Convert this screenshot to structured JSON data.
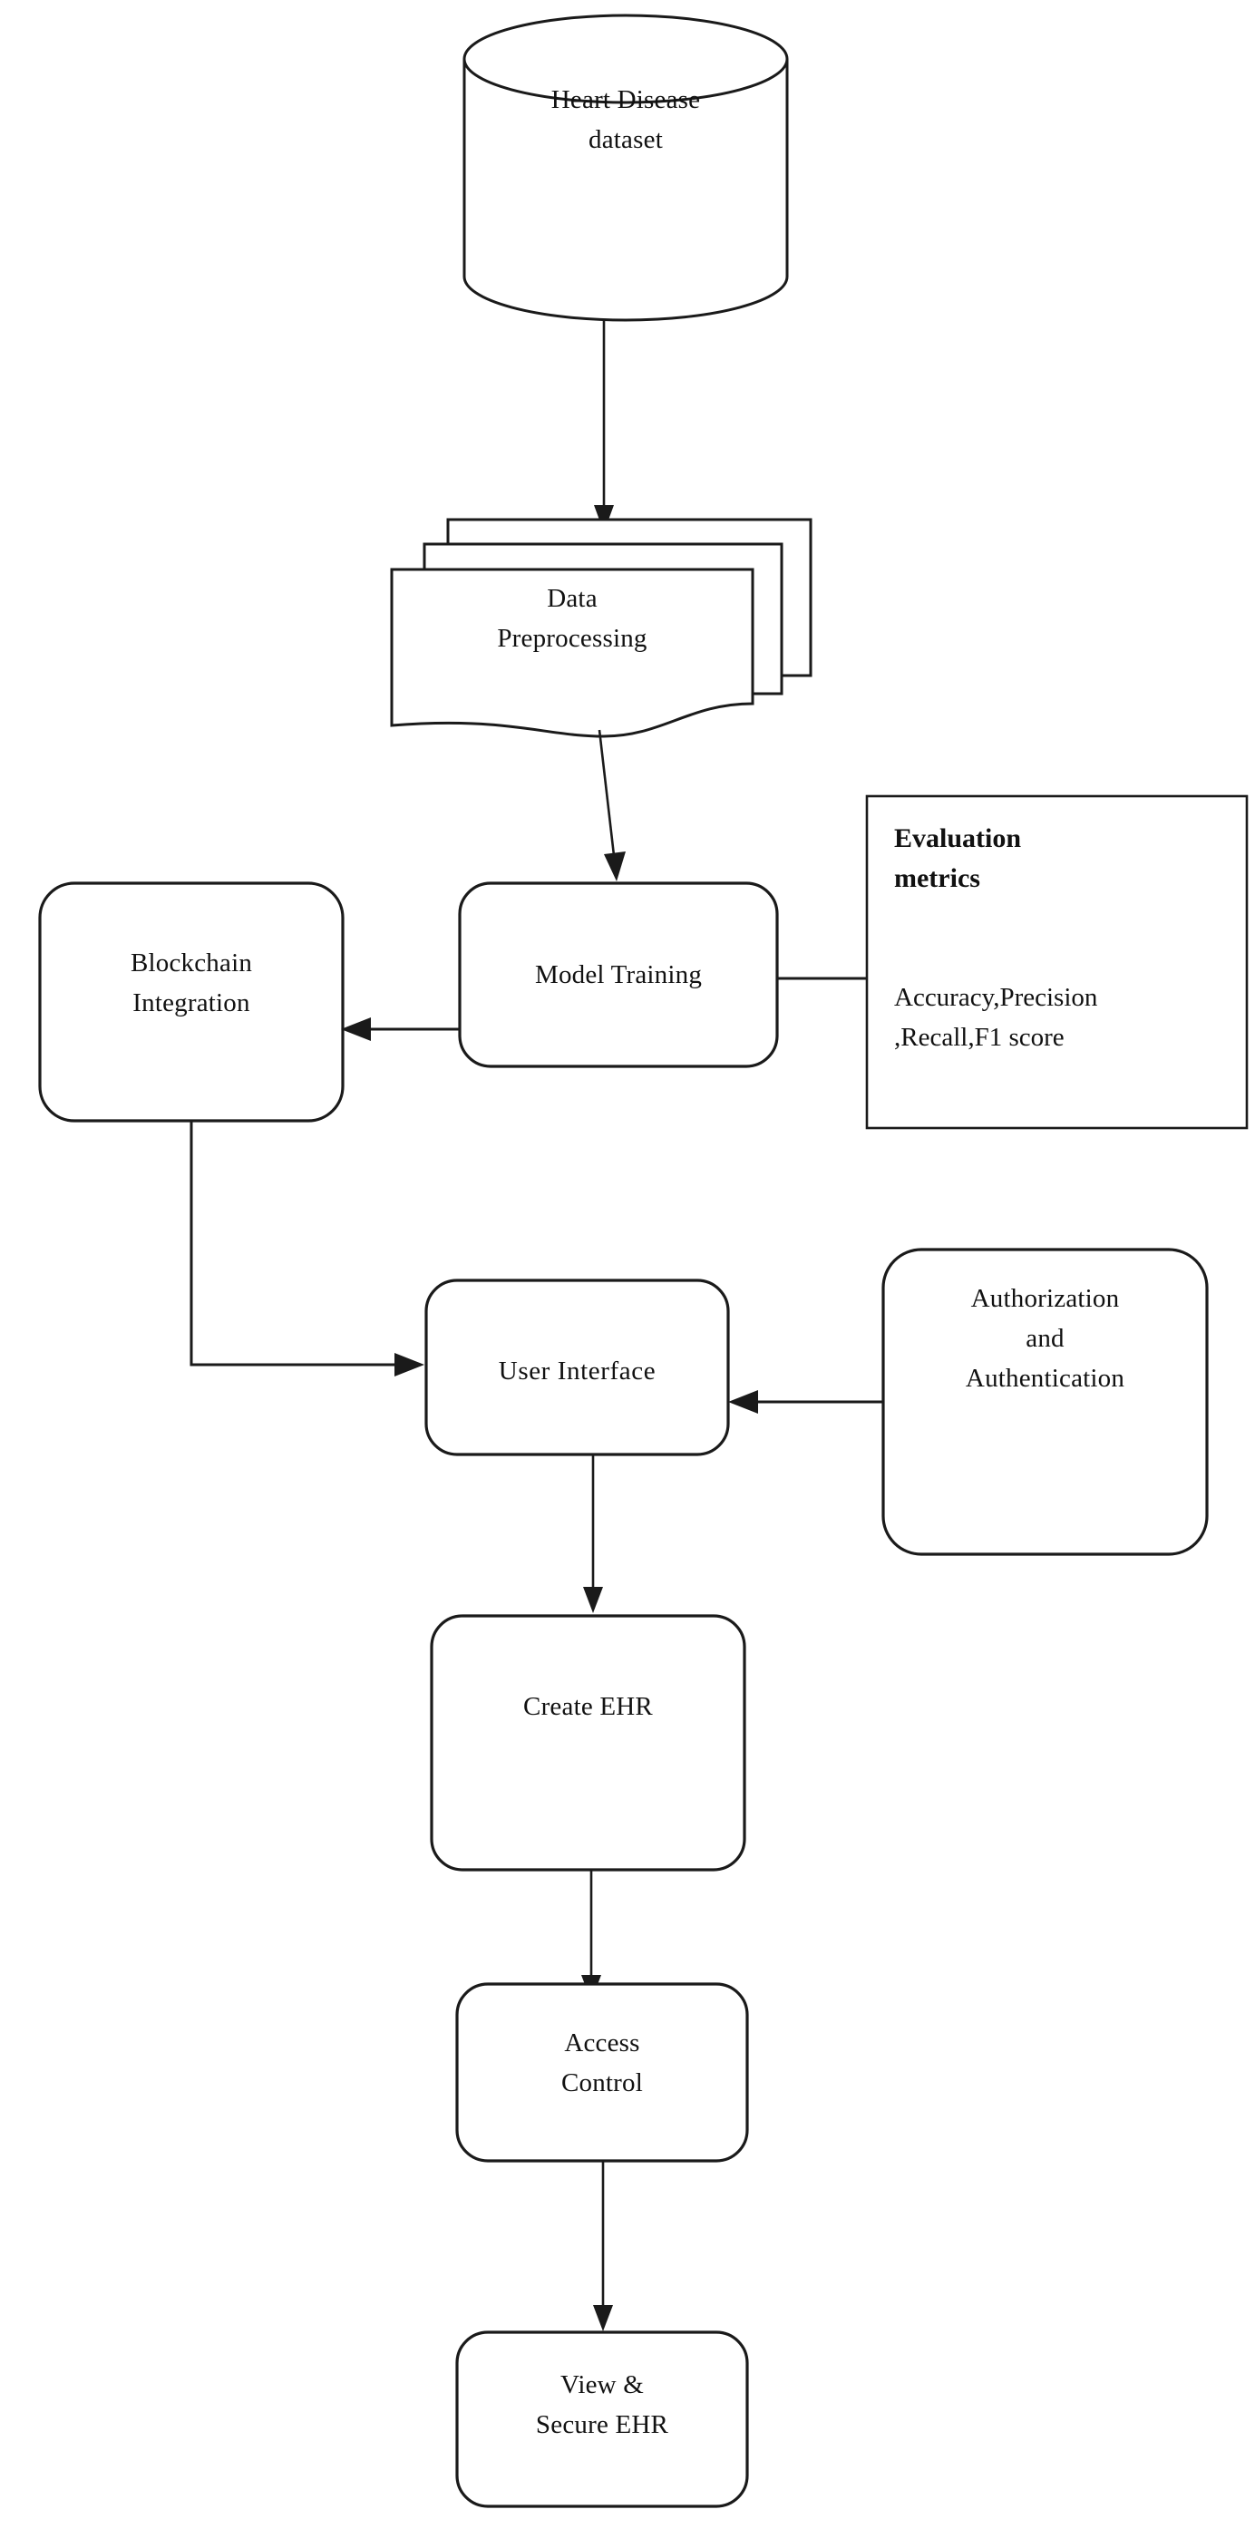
{
  "diagram": {
    "title": "Heart Disease Prediction with Blockchain EHR Flowchart",
    "background_color": "#ffffff",
    "stroke_color": "#1a1a1a",
    "nodes": [
      {
        "id": "heart-disease-dataset",
        "label": "Heart Disease\ndataset",
        "shape": "cylinder"
      },
      {
        "id": "data-preprocessing",
        "label": "Data\nPreprocessing",
        "shape": "multi-document"
      },
      {
        "id": "model-training",
        "label": "Model Training",
        "shape": "rounded-rectangle"
      },
      {
        "id": "blockchain-integration",
        "label": "Blockchain\nIntegration",
        "shape": "rounded-rectangle"
      },
      {
        "id": "evaluation-metrics",
        "label_title": "Evaluation\nmetrics",
        "label_body": "Accuracy,Precision\n,Recall,F1 score",
        "shape": "rectangle"
      },
      {
        "id": "user-interface",
        "label": "User  Interface",
        "shape": "rounded-rectangle"
      },
      {
        "id": "authorization-and-authentication",
        "label": "Authorization\nand\nAuthentication",
        "shape": "rounded-rectangle"
      },
      {
        "id": "create-ehr",
        "label": "Create EHR",
        "shape": "rounded-rectangle"
      },
      {
        "id": "access-control",
        "label": "Access\nControl",
        "shape": "rounded-rectangle"
      },
      {
        "id": "view-secure-ehr",
        "label": "View &\nSecure EHR",
        "shape": "rounded-rectangle"
      }
    ],
    "edges": [
      {
        "from": "heart-disease-dataset",
        "to": "data-preprocessing",
        "direction": "down"
      },
      {
        "from": "data-preprocessing",
        "to": "model-training",
        "direction": "down"
      },
      {
        "from": "model-training",
        "to": "blockchain-integration",
        "direction": "left"
      },
      {
        "from": "evaluation-metrics",
        "to": "model-training",
        "direction": "left"
      },
      {
        "from": "blockchain-integration",
        "to": "user-interface",
        "direction": "down-right"
      },
      {
        "from": "authorization-and-authentication",
        "to": "user-interface",
        "direction": "left"
      },
      {
        "from": "user-interface",
        "to": "create-ehr",
        "direction": "down"
      },
      {
        "from": "create-ehr",
        "to": "access-control",
        "direction": "down"
      },
      {
        "from": "access-control",
        "to": "view-secure-ehr",
        "direction": "down"
      }
    ]
  }
}
